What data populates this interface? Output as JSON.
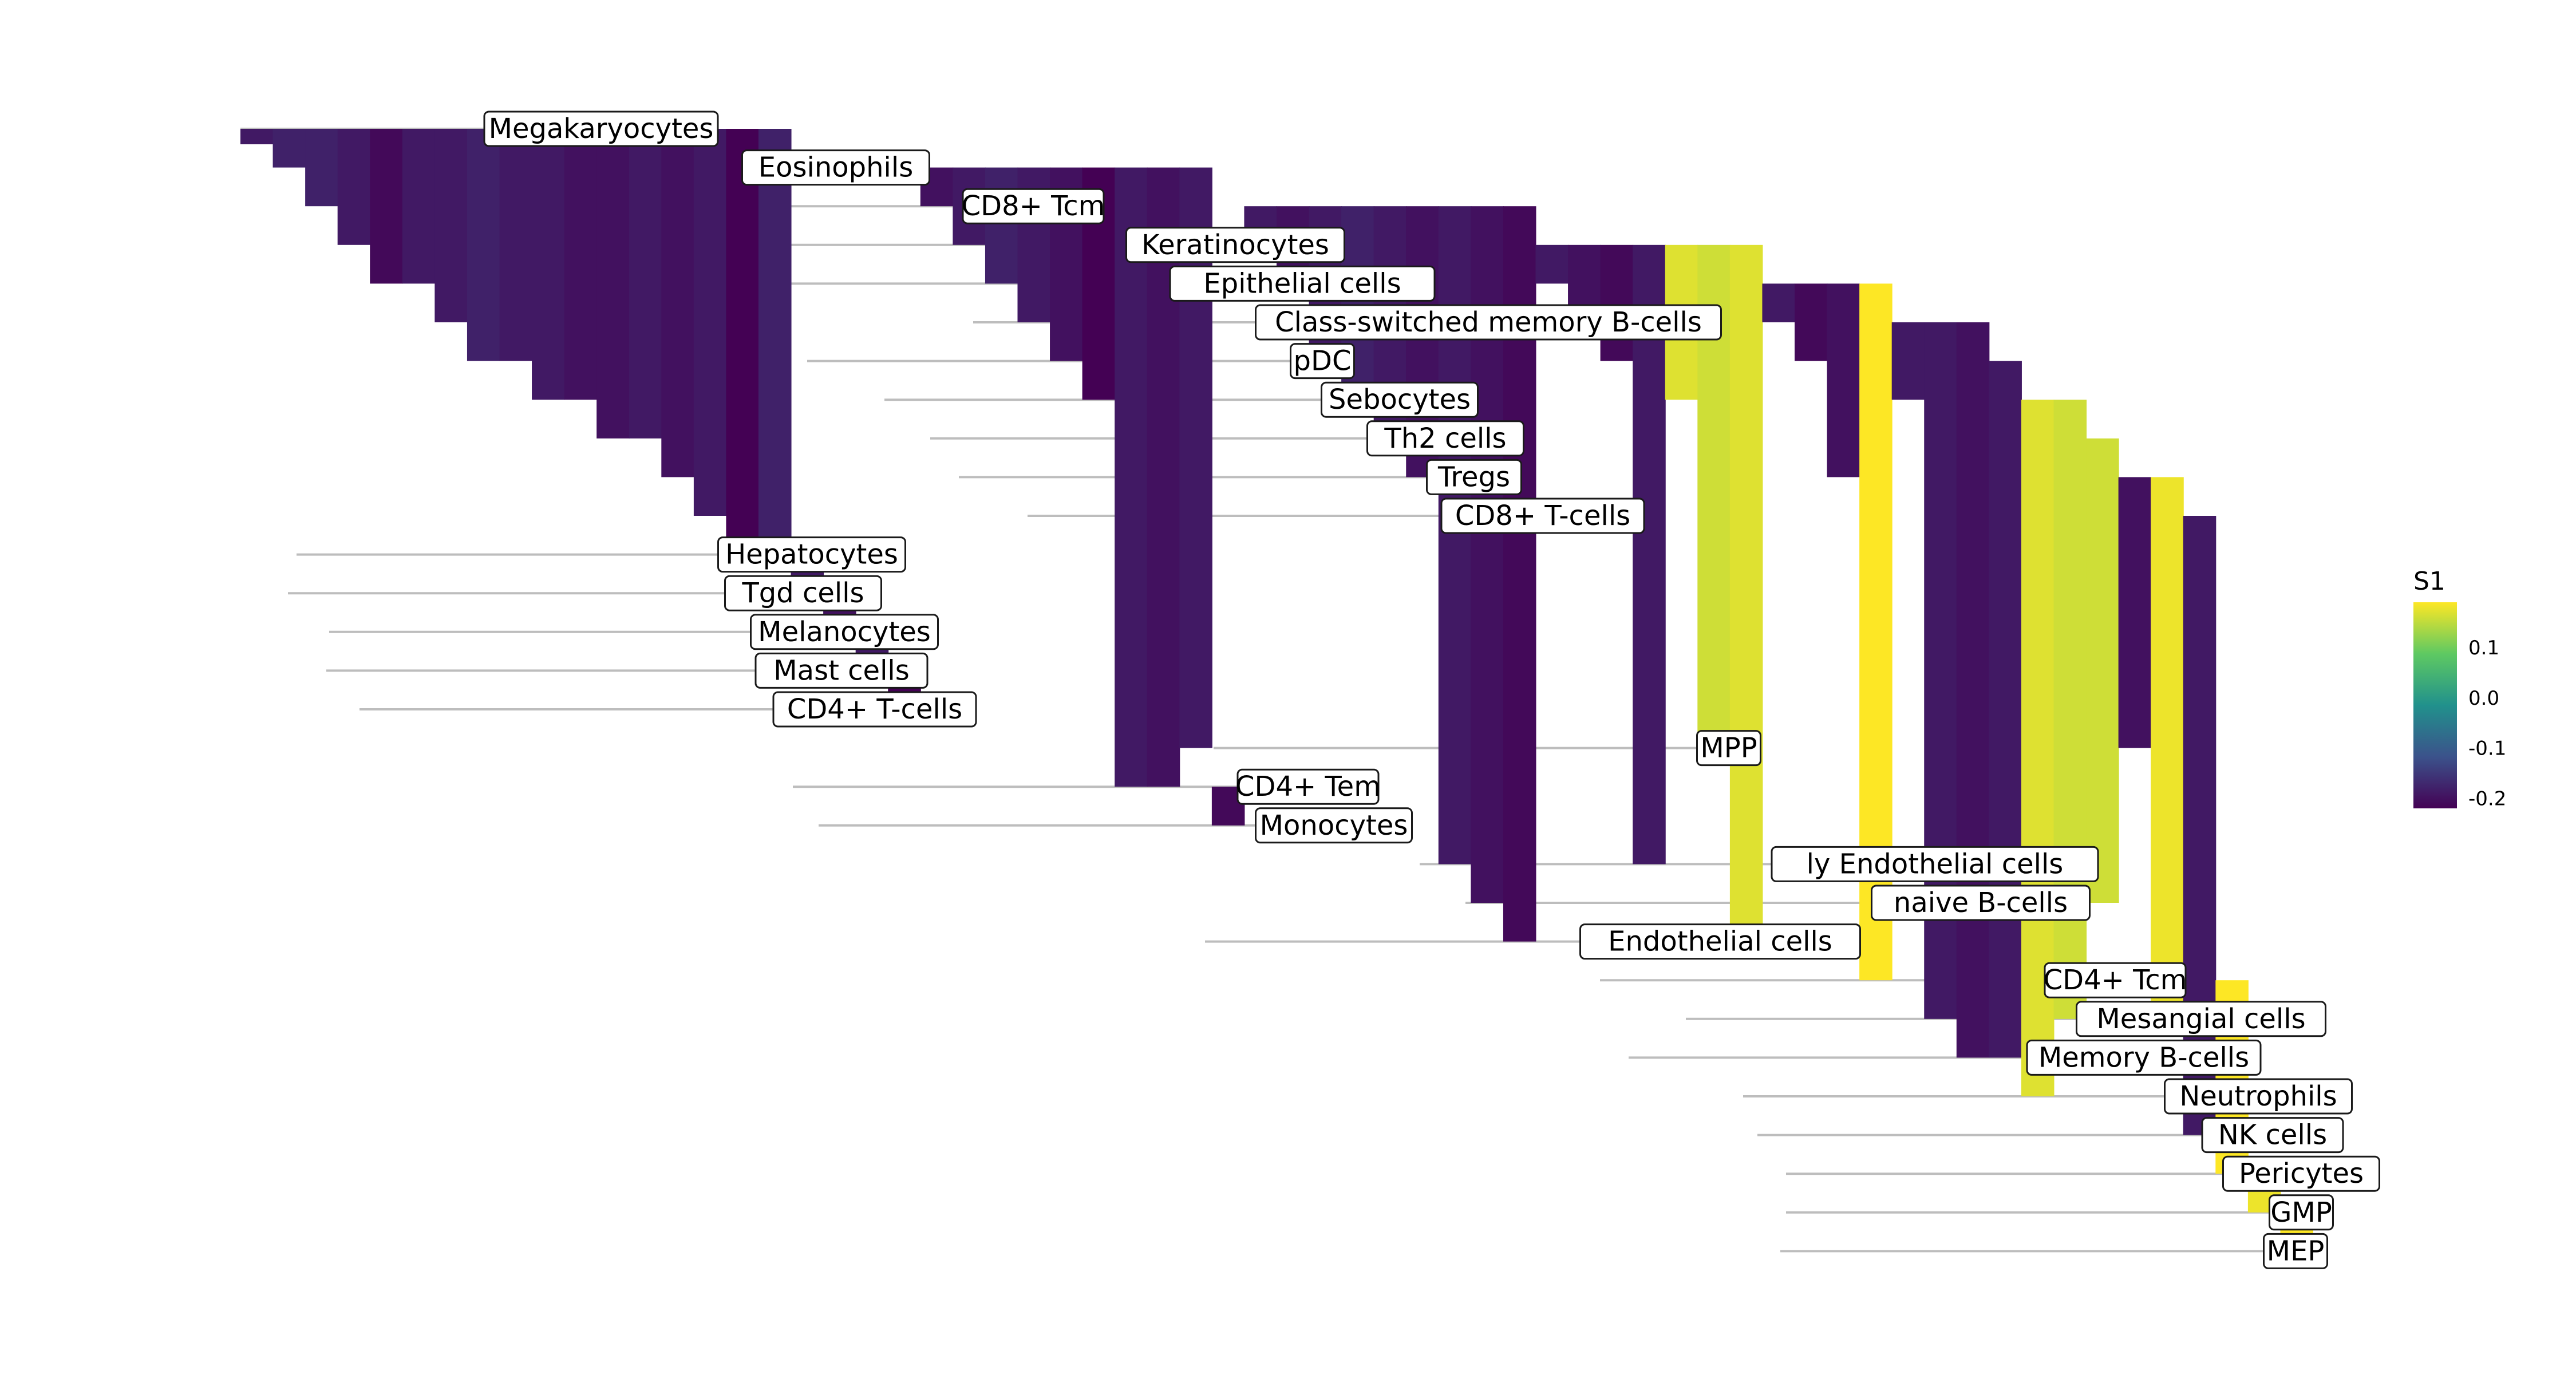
{
  "chart_data": {
    "type": "heatmap",
    "title": "",
    "legend": {
      "title": "S1",
      "ticks": [
        0.1,
        0.0,
        -0.1,
        -0.2
      ],
      "tick_labels": [
        "0.1",
        "0.0",
        "-0.1",
        "-0.2"
      ],
      "range": [
        -0.22,
        0.19
      ],
      "placement": "right",
      "colors": [
        "#440154",
        "#3b528b",
        "#21918c",
        "#5ec962",
        "#fde725"
      ]
    },
    "cell_types": [
      "Megakaryocytes",
      "Eosinophils",
      "CD8+ Tcm",
      "Keratinocytes",
      "Epithelial cells",
      "Class-switched memory B-cells",
      "pDC",
      "Sebocytes",
      "Th2 cells",
      "Tregs",
      "CD8+ T-cells",
      "Hepatocytes",
      "Tgd cells",
      "Melanocytes",
      "Mast cells",
      "CD4+ T-cells",
      "MPP",
      "CD4+ Tem",
      "Monocytes",
      "ly Endothelial cells",
      "naive B-cells",
      "Endothelial cells",
      "CD4+ Tcm",
      "Mesangial cells",
      "Memory B-cells",
      "Neutrophils",
      "NK cells",
      "Pericytes",
      "GMP",
      "MEP"
    ],
    "segments": [
      {
        "start": "Megakaryocytes",
        "end": "Megakaryocytes",
        "value": -0.19
      },
      {
        "start": "Megakaryocytes",
        "end": "Eosinophils",
        "value": -0.18
      },
      {
        "start": "Megakaryocytes",
        "end": "CD8+ Tcm",
        "value": -0.18
      },
      {
        "start": "Megakaryocytes",
        "end": "Keratinocytes",
        "value": -0.19
      },
      {
        "start": "Megakaryocytes",
        "end": "Epithelial cells",
        "value": -0.21
      },
      {
        "start": "Megakaryocytes",
        "end": "Epithelial cells",
        "value": -0.19
      },
      {
        "start": "Megakaryocytes",
        "end": "Class-switched memory B-cells",
        "value": -0.19
      },
      {
        "start": "Megakaryocytes",
        "end": "pDC",
        "value": -0.18
      },
      {
        "start": "Megakaryocytes",
        "end": "pDC",
        "value": -0.19
      },
      {
        "start": "Megakaryocytes",
        "end": "Sebocytes",
        "value": -0.19
      },
      {
        "start": "Megakaryocytes",
        "end": "Sebocytes",
        "value": -0.2
      },
      {
        "start": "Megakaryocytes",
        "end": "Th2 cells",
        "value": -0.2
      },
      {
        "start": "Megakaryocytes",
        "end": "Th2 cells",
        "value": -0.19
      },
      {
        "start": "Megakaryocytes",
        "end": "Tregs",
        "value": -0.2
      },
      {
        "start": "Megakaryocytes",
        "end": "CD8+ T-cells",
        "value": -0.19
      },
      {
        "start": "Megakaryocytes",
        "end": "Hepatocytes",
        "value": -0.22
      },
      {
        "start": "Megakaryocytes",
        "end": "Hepatocytes",
        "value": -0.18
      },
      {
        "start": "Hepatocytes",
        "end": "Tgd cells",
        "value": -0.19
      },
      {
        "start": "Tgd cells",
        "end": "Melanocytes",
        "value": -0.2
      },
      {
        "start": "Melanocytes",
        "end": "Mast cells",
        "value": -0.19
      },
      {
        "start": "Mast cells",
        "end": "CD4+ T-cells",
        "value": -0.22
      },
      {
        "start": "Eosinophils",
        "end": "CD8+ Tcm",
        "value": -0.2
      },
      {
        "start": "Eosinophils",
        "end": "Keratinocytes",
        "value": -0.19
      },
      {
        "start": "Eosinophils",
        "end": "Epithelial cells",
        "value": -0.18
      },
      {
        "start": "Eosinophils",
        "end": "Class-switched memory B-cells",
        "value": -0.19
      },
      {
        "start": "Eosinophils",
        "end": "pDC",
        "value": -0.2
      },
      {
        "start": "Eosinophils",
        "end": "Sebocytes",
        "value": -0.22
      },
      {
        "start": "Eosinophils",
        "end": "CD4+ Tem",
        "value": -0.19
      },
      {
        "start": "Eosinophils",
        "end": "CD4+ Tem",
        "value": -0.2
      },
      {
        "start": "Eosinophils",
        "end": "MPP",
        "value": -0.19
      },
      {
        "start": "CD4+ Tem",
        "end": "Monocytes",
        "value": -0.21
      },
      {
        "start": "CD8+ Tcm",
        "end": "Keratinocytes",
        "value": -0.19
      },
      {
        "start": "CD8+ Tcm",
        "end": "Epithelial cells",
        "value": -0.2
      },
      {
        "start": "CD8+ Tcm",
        "end": "pDC",
        "value": -0.19
      },
      {
        "start": "CD8+ Tcm",
        "end": "Sebocytes",
        "value": -0.18
      },
      {
        "start": "CD8+ Tcm",
        "end": "Th2 cells",
        "value": -0.19
      },
      {
        "start": "CD8+ Tcm",
        "end": "Tregs",
        "value": -0.2
      },
      {
        "start": "CD8+ Tcm",
        "end": "ly Endothelial cells",
        "value": -0.19
      },
      {
        "start": "CD8+ Tcm",
        "end": "naive B-cells",
        "value": -0.2
      },
      {
        "start": "CD8+ Tcm",
        "end": "Endothelial cells",
        "value": -0.21
      },
      {
        "start": "Keratinocytes",
        "end": "Epithelial cells",
        "value": -0.19
      },
      {
        "start": "Keratinocytes",
        "end": "Class-switched memory B-cells",
        "value": -0.2
      },
      {
        "start": "Keratinocytes",
        "end": "pDC",
        "value": -0.21
      },
      {
        "start": "Keratinocytes",
        "end": "ly Endothelial cells",
        "value": -0.19
      },
      {
        "start": "Keratinocytes",
        "end": "Sebocytes",
        "value": 0.17
      },
      {
        "start": "Keratinocytes",
        "end": "MPP",
        "value": 0.16
      },
      {
        "start": "Keratinocytes",
        "end": "Endothelial cells",
        "value": 0.17
      },
      {
        "start": "Epithelial cells",
        "end": "Class-switched memory B-cells",
        "value": -0.19
      },
      {
        "start": "Epithelial cells",
        "end": "pDC",
        "value": -0.21
      },
      {
        "start": "Epithelial cells",
        "end": "Tregs",
        "value": -0.2
      },
      {
        "start": "Epithelial cells",
        "end": "CD4+ Tcm",
        "value": 0.19
      },
      {
        "start": "Class-switched memory B-cells",
        "end": "Sebocytes",
        "value": -0.19
      },
      {
        "start": "Class-switched memory B-cells",
        "end": "Mesangial cells",
        "value": -0.19
      },
      {
        "start": "Class-switched memory B-cells",
        "end": "Memory B-cells",
        "value": -0.2
      },
      {
        "start": "pDC",
        "end": "Memory B-cells",
        "value": -0.19
      },
      {
        "start": "Sebocytes",
        "end": "Neutrophils",
        "value": 0.17
      },
      {
        "start": "Sebocytes",
        "end": "Mesangial cells",
        "value": 0.16
      },
      {
        "start": "Th2 cells",
        "end": "naive B-cells",
        "value": 0.16
      },
      {
        "start": "Tregs",
        "end": "MPP",
        "value": -0.2
      },
      {
        "start": "Tregs",
        "end": "Mesangial cells",
        "value": 0.18
      },
      {
        "start": "CD8+ T-cells",
        "end": "NK cells",
        "value": -0.19
      },
      {
        "start": "CD4+ Tcm",
        "end": "Pericytes",
        "value": 0.19
      },
      {
        "start": "Pericytes",
        "end": "GMP",
        "value": 0.18
      },
      {
        "start": "GMP",
        "end": "MEP",
        "value": 0.19
      }
    ]
  }
}
